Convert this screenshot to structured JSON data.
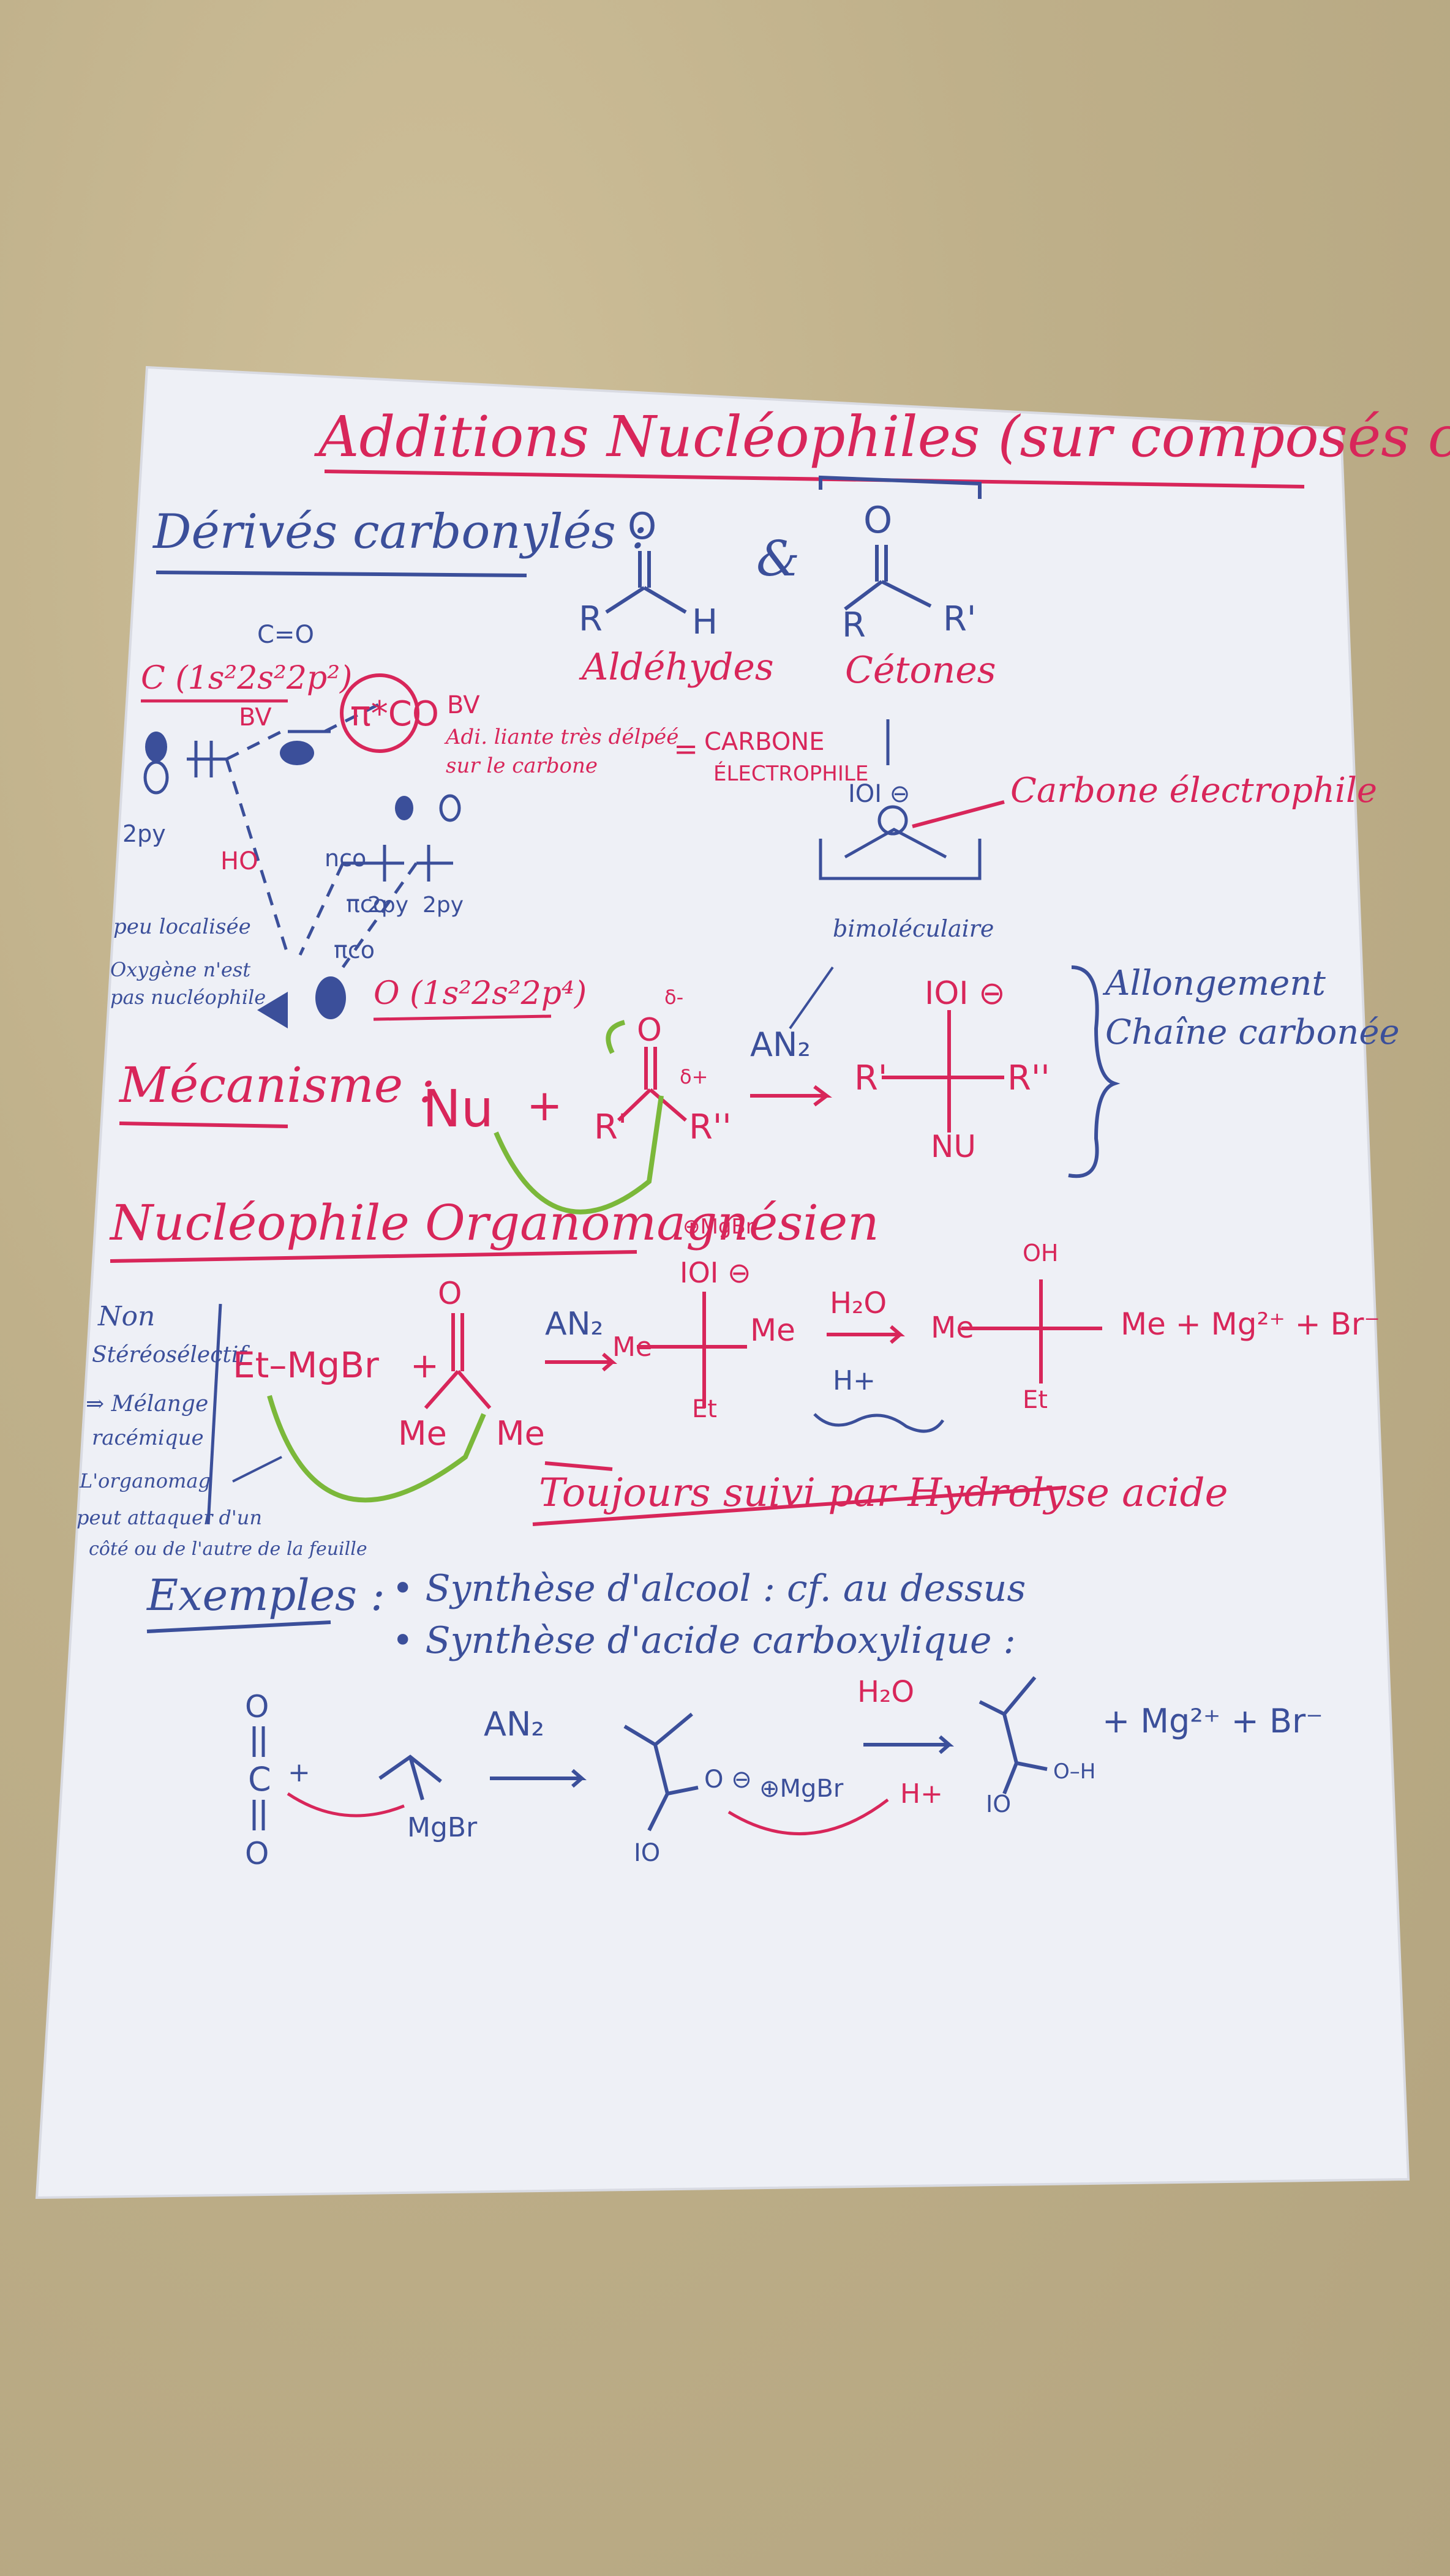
{
  "title": "Additions Nucléophiles (sur composés carbonylés)",
  "section1": {
    "heading": "Dérivés carbonylés :",
    "ampersand": "&",
    "aldehydes_label": "Aldéhydes",
    "cetones_label": "Cétones",
    "atom_O": "O",
    "atom_R": "R",
    "atom_H": "H",
    "atom_R1": "R'"
  },
  "orbital": {
    "cco": "C=O",
    "carbon_config": "C (1s²2s²2p²)",
    "bv_label": "BV",
    "pi_star": "π*CO",
    "bv_note_1": "BV",
    "bv_note_2": "Adi. liante très délpéé",
    "bv_note_3": "sur le carbone",
    "equals": "=",
    "carbone": "CARBONE",
    "electrophile": "ÉLECTROPHILE",
    "two_py_left": "2py",
    "ho": "HO",
    "n_co": "nco",
    "pi_co": "πco",
    "two_py_a": "2py",
    "two_py_b": "2py",
    "peu_localisee": "peu localisée",
    "oxygene_note_1": "Oxygène n'est",
    "oxygene_note_2": "pas nucléophile",
    "oxygen_config": "O (1s²2s²2p⁴)",
    "carbone_electrophile": "Carbone électrophile",
    "bimoleculaire": "bimoléculaire"
  },
  "mecanisme": {
    "heading": "Mécanisme :",
    "nu": "Nu",
    "plus": "+",
    "an2": "AN₂",
    "r1": "R'",
    "r2": "R''",
    "nu_product": "NU",
    "delta_minus": "δ-",
    "delta_plus": "δ+",
    "allongement_1": "Allongement",
    "allongement_2": "Chaîne carbonée"
  },
  "organomagnesien": {
    "heading": "Nucléophile Organomagnésien",
    "non_stereo_1": "Non",
    "non_stereo_2": "Stéréosélectif",
    "non_stereo_3": "⇒ Mélange",
    "non_stereo_4": "racémique",
    "note_1": "L'organomag",
    "note_2": "peut attaquer d'un",
    "note_3": "côté ou de l'autre de la feuille",
    "reagent": "Et–MgBr",
    "me1": "Me",
    "me2": "Me",
    "an2": "AN₂",
    "mgbr": "⊕MgBr",
    "h2o": "H₂O",
    "hplus": "H+",
    "oh": "OH",
    "et1": "Et",
    "et2": "Et",
    "products": "Me + Mg²⁺ + Br⁻",
    "toujours": "Toujours suivi par Hydrolyse acide"
  },
  "exemples": {
    "heading": "Exemples :",
    "item1": "Synthèse d'alcool : cf. au dessus",
    "item2": "Synthèse d'acide carboxylique :",
    "an2": "AN₂",
    "h2o": "H₂O",
    "hplus": "H+",
    "mgbr_a": "MgBr",
    "mgbr_b": "⊕MgBr",
    "products": "+ Mg²⁺ + Br⁻",
    "co2_top": "O",
    "co2_mid": "C",
    "co2_bot": "O"
  },
  "colors": {
    "red_ink": "#d8265a",
    "blue_ink": "#3b4f9a",
    "green_ink": "#7bb83a",
    "paper": "#eef0f6",
    "background": "#bfb08a"
  }
}
